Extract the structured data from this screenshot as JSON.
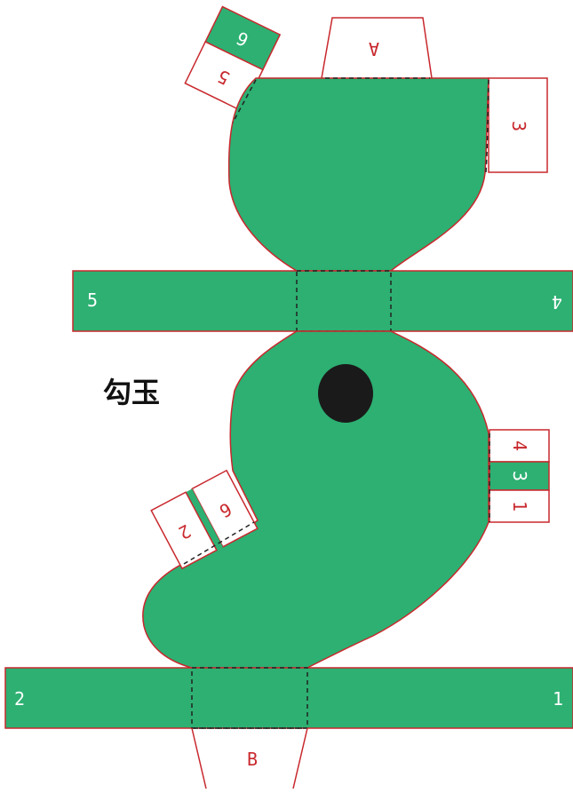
{
  "title": "勾玉",
  "colors": {
    "fill": "#2db072",
    "outline": "#c8282d",
    "text_on_green": "#ffffff",
    "text_on_white": "#c8282d",
    "fold_line": "#222222",
    "eye": "#1a1a1a"
  },
  "labels": {
    "tab_a": "A",
    "tab_b": "B",
    "tab_3_top": "3",
    "tab_6_top": "6",
    "tab_5_top": "5",
    "band_top_left": "5",
    "band_top_right": "4",
    "band_bottom_left": "2",
    "band_bottom_right": "1",
    "side_tab_4": "4",
    "side_tab_3": "3",
    "side_tab_1": "1",
    "lower_tab_6": "6",
    "lower_tab_2": "2"
  }
}
